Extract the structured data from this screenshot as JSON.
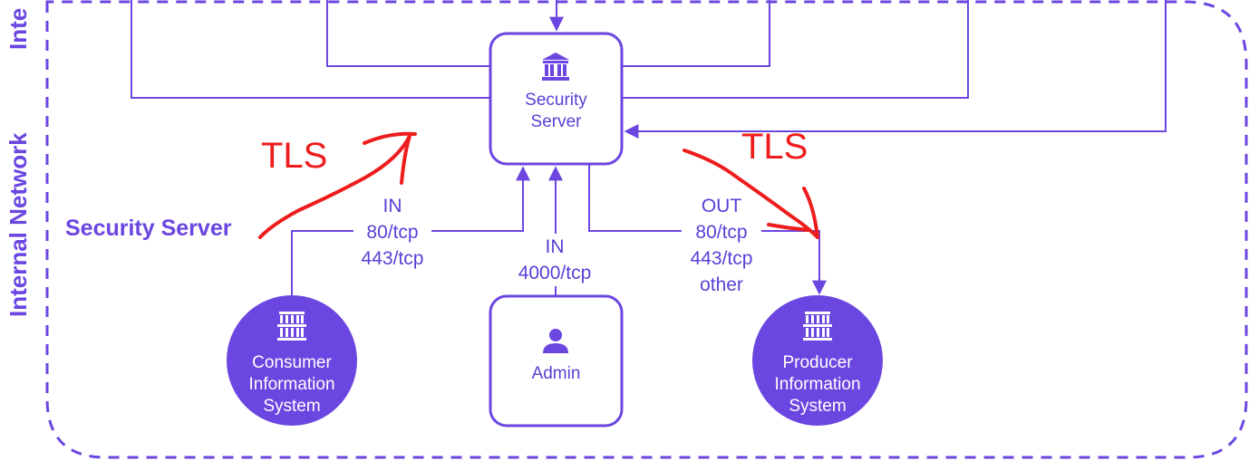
{
  "zones": {
    "top_label": "Inte",
    "internal_label": "Internal Network"
  },
  "nodes": {
    "security_server": {
      "line1": "Security",
      "line2": "Server",
      "icon": "bank-icon"
    },
    "admin": {
      "label": "Admin",
      "icon": "user-icon"
    },
    "consumer": {
      "line1": "Consumer",
      "line2": "Information",
      "line3": "System",
      "icon": "columns-icon"
    },
    "producer": {
      "line1": "Producer",
      "line2": "Information",
      "line3": "System",
      "icon": "columns-icon"
    }
  },
  "ports": {
    "consumer_in": {
      "dir": "IN",
      "p1": "80/tcp",
      "p2": "443/tcp"
    },
    "admin_in": {
      "dir": "IN",
      "p1": "4000/tcp"
    },
    "producer_out": {
      "dir": "OUT",
      "p1": "80/tcp",
      "p2": "443/tcp",
      "p3": "other"
    }
  },
  "annotations": {
    "tls_left": "TLS",
    "tls_right": "TLS",
    "security_server_label": "Security Server"
  },
  "colors": {
    "accent": "#6b46e0",
    "node_fill": "#6b46e0",
    "annotation": "#ee1c1c"
  }
}
